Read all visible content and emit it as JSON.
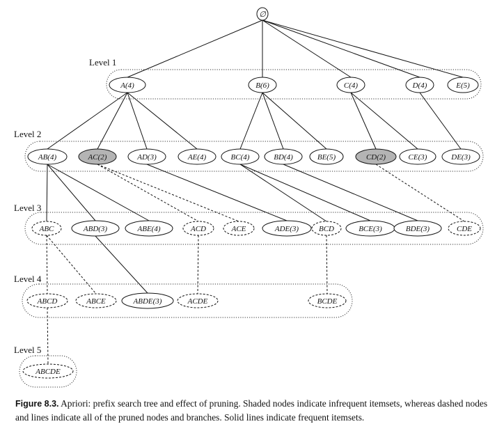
{
  "root": {
    "id": "root",
    "label": "∅"
  },
  "levels": [
    {
      "name": "Level 1",
      "nodes": [
        {
          "id": "A",
          "label": "A(4)",
          "status": "frequent"
        },
        {
          "id": "B",
          "label": "B(6)",
          "status": "frequent"
        },
        {
          "id": "C",
          "label": "C(4)",
          "status": "frequent"
        },
        {
          "id": "D",
          "label": "D(4)",
          "status": "frequent"
        },
        {
          "id": "E",
          "label": "E(5)",
          "status": "frequent"
        }
      ]
    },
    {
      "name": "Level 2",
      "nodes": [
        {
          "id": "AB",
          "label": "AB(4)",
          "status": "frequent"
        },
        {
          "id": "AC",
          "label": "AC(2)",
          "status": "infrequent"
        },
        {
          "id": "AD",
          "label": "AD(3)",
          "status": "frequent"
        },
        {
          "id": "AE",
          "label": "AE(4)",
          "status": "frequent"
        },
        {
          "id": "BC",
          "label": "BC(4)",
          "status": "frequent"
        },
        {
          "id": "BD",
          "label": "BD(4)",
          "status": "frequent"
        },
        {
          "id": "BE",
          "label": "BE(5)",
          "status": "frequent"
        },
        {
          "id": "CD",
          "label": "CD(2)",
          "status": "infrequent"
        },
        {
          "id": "CE",
          "label": "CE(3)",
          "status": "frequent"
        },
        {
          "id": "DE",
          "label": "DE(3)",
          "status": "frequent"
        }
      ]
    },
    {
      "name": "Level 3",
      "nodes": [
        {
          "id": "ABC",
          "label": "ABC",
          "status": "pruned"
        },
        {
          "id": "ABD",
          "label": "ABD(3)",
          "status": "frequent"
        },
        {
          "id": "ABE",
          "label": "ABE(4)",
          "status": "frequent"
        },
        {
          "id": "ACD",
          "label": "ACD",
          "status": "pruned"
        },
        {
          "id": "ACE",
          "label": "ACE",
          "status": "pruned"
        },
        {
          "id": "ADE",
          "label": "ADE(3)",
          "status": "frequent"
        },
        {
          "id": "BCD",
          "label": "BCD",
          "status": "pruned"
        },
        {
          "id": "BCE",
          "label": "BCE(3)",
          "status": "frequent"
        },
        {
          "id": "BDE",
          "label": "BDE(3)",
          "status": "frequent"
        },
        {
          "id": "CDE",
          "label": "CDE",
          "status": "pruned"
        }
      ]
    },
    {
      "name": "Level 4",
      "nodes": [
        {
          "id": "ABCD",
          "label": "ABCD",
          "status": "pruned"
        },
        {
          "id": "ABCE",
          "label": "ABCE",
          "status": "pruned"
        },
        {
          "id": "ABDE",
          "label": "ABDE(3)",
          "status": "frequent"
        },
        {
          "id": "ACDE",
          "label": "ACDE",
          "status": "pruned"
        },
        {
          "id": "BCDE",
          "label": "BCDE",
          "status": "pruned"
        }
      ]
    },
    {
      "name": "Level 5",
      "nodes": [
        {
          "id": "ABCDE",
          "label": "ABCDE",
          "status": "pruned"
        }
      ]
    }
  ],
  "edges": [
    {
      "from": "root",
      "to": "A",
      "style": "solid"
    },
    {
      "from": "root",
      "to": "B",
      "style": "solid"
    },
    {
      "from": "root",
      "to": "C",
      "style": "solid"
    },
    {
      "from": "root",
      "to": "D",
      "style": "solid"
    },
    {
      "from": "root",
      "to": "E",
      "style": "solid"
    },
    {
      "from": "A",
      "to": "AB",
      "style": "solid"
    },
    {
      "from": "A",
      "to": "AC",
      "style": "solid"
    },
    {
      "from": "A",
      "to": "AD",
      "style": "solid"
    },
    {
      "from": "A",
      "to": "AE",
      "style": "solid"
    },
    {
      "from": "B",
      "to": "BC",
      "style": "solid"
    },
    {
      "from": "B",
      "to": "BD",
      "style": "solid"
    },
    {
      "from": "B",
      "to": "BE",
      "style": "solid"
    },
    {
      "from": "C",
      "to": "CD",
      "style": "solid"
    },
    {
      "from": "C",
      "to": "CE",
      "style": "solid"
    },
    {
      "from": "D",
      "to": "DE",
      "style": "solid"
    },
    {
      "from": "AB",
      "to": "ABC",
      "style": "solid"
    },
    {
      "from": "AB",
      "to": "ABD",
      "style": "solid"
    },
    {
      "from": "AB",
      "to": "ABE",
      "style": "solid"
    },
    {
      "from": "AC",
      "to": "ACD",
      "style": "dashed"
    },
    {
      "from": "AC",
      "to": "ACE",
      "style": "dashed"
    },
    {
      "from": "AD",
      "to": "ADE",
      "style": "solid"
    },
    {
      "from": "BC",
      "to": "BCD",
      "style": "solid"
    },
    {
      "from": "BC",
      "to": "BCE",
      "style": "solid"
    },
    {
      "from": "BD",
      "to": "BDE",
      "style": "solid"
    },
    {
      "from": "CD",
      "to": "CDE",
      "style": "dashed"
    },
    {
      "from": "ABC",
      "to": "ABCD",
      "style": "dashed"
    },
    {
      "from": "ABC",
      "to": "ABCE",
      "style": "dashed"
    },
    {
      "from": "ABD",
      "to": "ABDE",
      "style": "solid"
    },
    {
      "from": "ACD",
      "to": "ACDE",
      "style": "dashed"
    },
    {
      "from": "BCD",
      "to": "BCDE",
      "style": "dashed"
    },
    {
      "from": "ABCD",
      "to": "ABCDE",
      "style": "dashed"
    }
  ],
  "caption": {
    "figure_label": "Figure 8.3.",
    "text": " Apriori: prefix search tree and effect of pruning. Shaded nodes indicate infrequent itemsets, whereas dashed nodes and lines indicate all of the pruned nodes and branches. Solid lines indicate frequent itemsets."
  },
  "colors": {
    "infrequent_fill": "#b4b4b4",
    "stroke": "#111111",
    "background": "#ffffff"
  }
}
